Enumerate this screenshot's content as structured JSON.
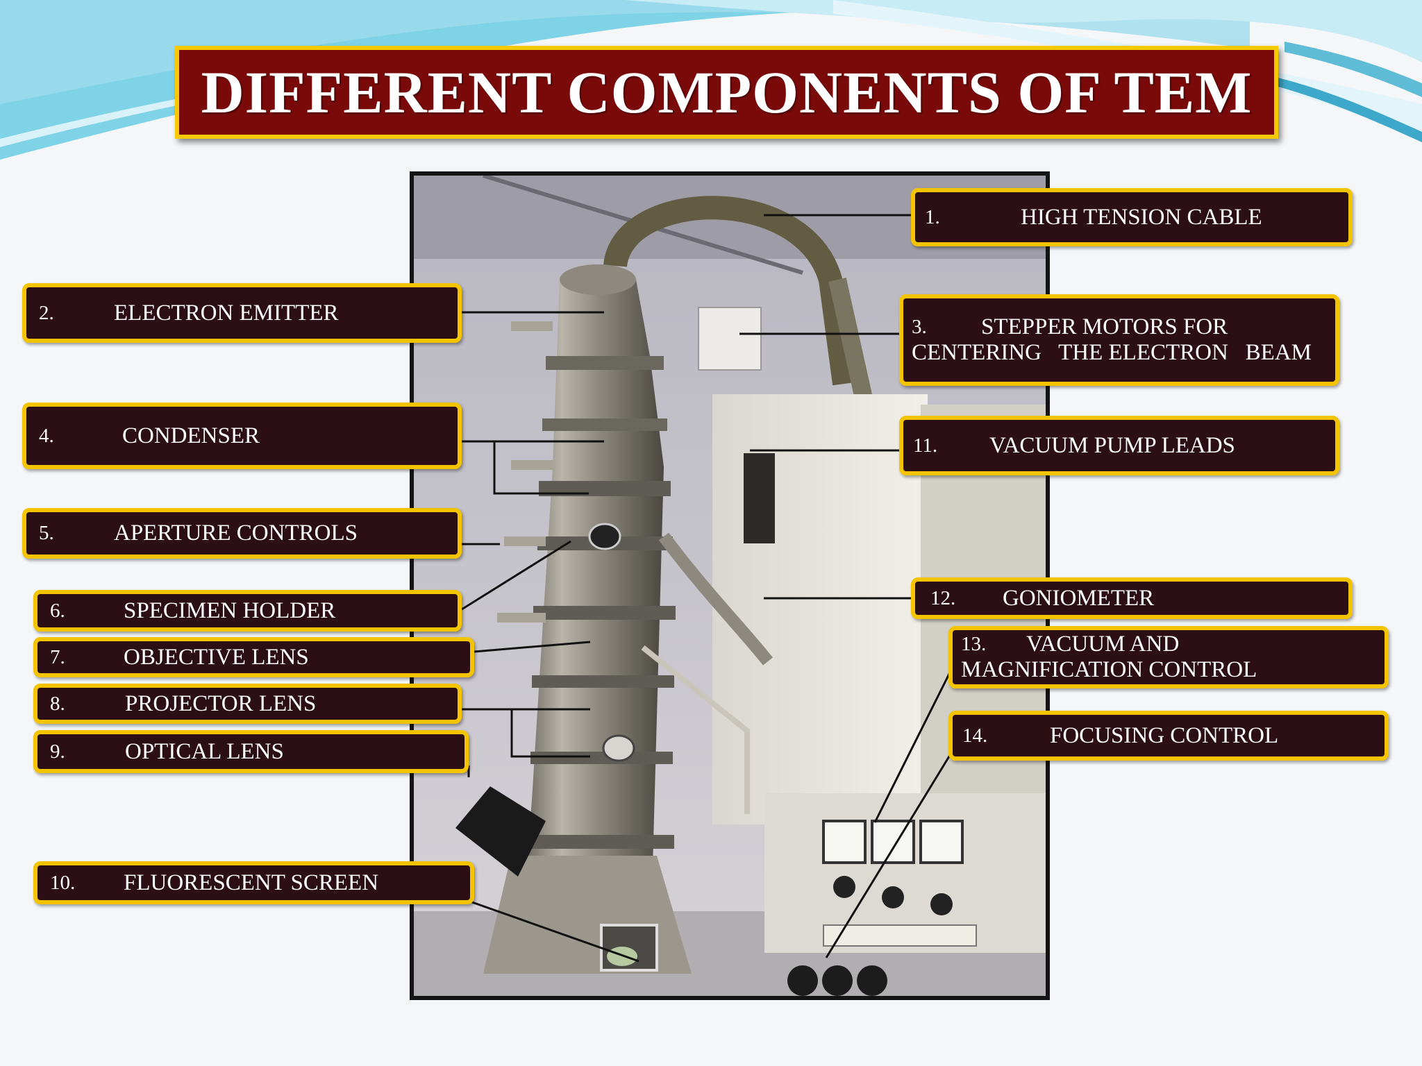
{
  "title": "DIFFERENT COMPONENTS OF TEM",
  "labels": [
    {
      "num": "1.",
      "text": "HIGH TENSION CABLE"
    },
    {
      "num": "2.",
      "text": "ELECTRON EMITTER"
    },
    {
      "num": "3.",
      "text": "STEPPER MOTORS FOR",
      "text2": "CENTERING   THE ELECTRON   BEAM"
    },
    {
      "num": "4.",
      "text": "CONDENSER"
    },
    {
      "num": "5.",
      "text": "APERTURE CONTROLS"
    },
    {
      "num": "6.",
      "text": "SPECIMEN HOLDER"
    },
    {
      "num": "7.",
      "text": "OBJECTIVE LENS"
    },
    {
      "num": "8.",
      "text": "PROJECTOR LENS"
    },
    {
      "num": "9.",
      "text": "OPTICAL LENS"
    },
    {
      "num": "10.",
      "text": "FLUORESCENT SCREEN"
    },
    {
      "num": "11.",
      "text": "VACUUM PUMP LEADS"
    },
    {
      "num": "12.",
      "text": "GONIOMETER"
    },
    {
      "num": "13.",
      "text": "VACUUM AND",
      "text2": "MAGNIFICATION CONTROL"
    },
    {
      "num": "14.",
      "text": "FOCUSING CONTROL"
    }
  ],
  "colors": {
    "title_bg": "#7a0a0a",
    "label_bg": "#2c0f14",
    "border_gold": "#f5c400",
    "text": "#ffffff"
  }
}
